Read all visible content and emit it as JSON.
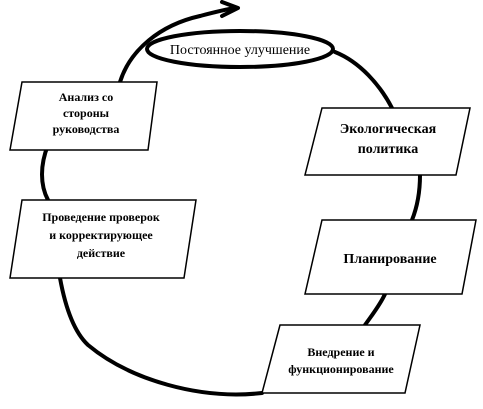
{
  "colors": {
    "stroke": "#000000",
    "fill": "#ffffff"
  },
  "diagram": {
    "arrow_icon": "arrowhead-icon",
    "steps": [
      {
        "id": "continuous-improvement",
        "label": "Постоянное улучшение",
        "shape": "ellipse"
      },
      {
        "id": "environmental-policy",
        "line1": "Экологическая",
        "line2": "политика",
        "shape": "parallelogram"
      },
      {
        "id": "planning",
        "label": "Планирование",
        "shape": "parallelogram"
      },
      {
        "id": "implementation",
        "line1": "Внедрение и",
        "line2": "функционирование",
        "shape": "parallelogram"
      },
      {
        "id": "checking",
        "line1": "Проведение проверок",
        "line2": "и корректирующее",
        "line3": "действие",
        "shape": "parallelogram"
      },
      {
        "id": "management-review",
        "line1": "Анализ со",
        "line2": "стороны",
        "line3": "руководства",
        "shape": "parallelogram"
      }
    ]
  }
}
